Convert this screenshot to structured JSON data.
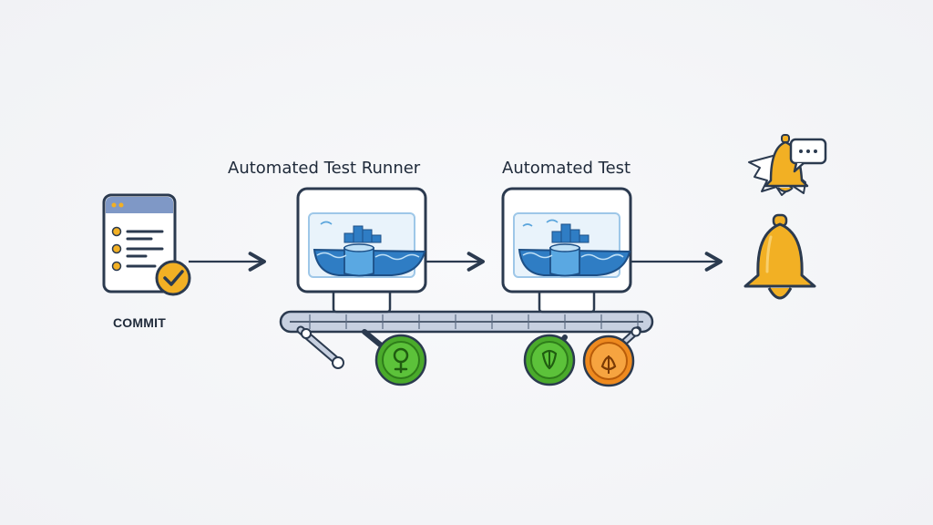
{
  "diagram": {
    "labels": {
      "commit": "COMMIT",
      "runner": "Automated Test Runner",
      "test": "Automated Test"
    },
    "colors": {
      "outline": "#2b3a4f",
      "blue": "#2f7dc4",
      "light_blue": "#8ec3ea",
      "amber": "#f2b024",
      "green": "#4aaa2b",
      "orange": "#ee8a1f",
      "conveyor": "#b9c4d8"
    },
    "icons": {
      "commit": "document-checkmark-icon",
      "container": "container-ship-icon",
      "notify_chat": "bell-with-chat-bubble-icon",
      "notify": "bell-icon",
      "gear_green": "green-gear-icon",
      "gear_orange": "orange-gear-icon"
    }
  }
}
